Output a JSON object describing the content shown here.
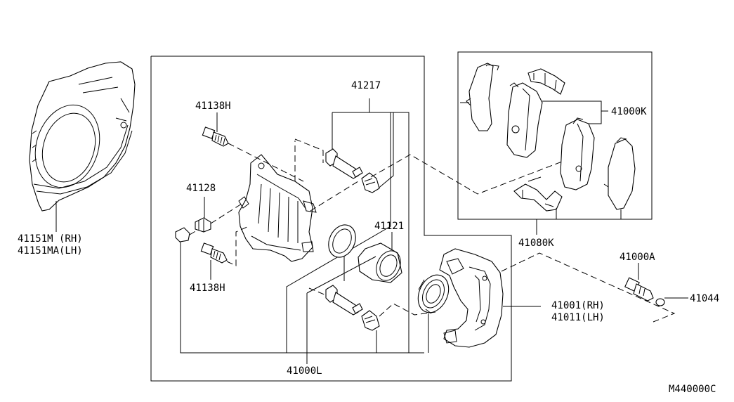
{
  "diagram": {
    "code": "M440000C",
    "parts": {
      "p41217": "41217",
      "p41138h_top": "41138H",
      "p41128": "41128",
      "p41138h_bottom": "41138H",
      "p41121": "41121",
      "p41000l": "41000L",
      "p41000k": "41000K",
      "p41080k": "41080K",
      "p41000a": "41000A",
      "p41044": "41044",
      "p41001_rh": "41001(RH)",
      "p41011_lh": "41011(LH)",
      "p41151m_rh": "41151M (RH)",
      "p41151ma_lh": "41151MA(LH)"
    }
  }
}
